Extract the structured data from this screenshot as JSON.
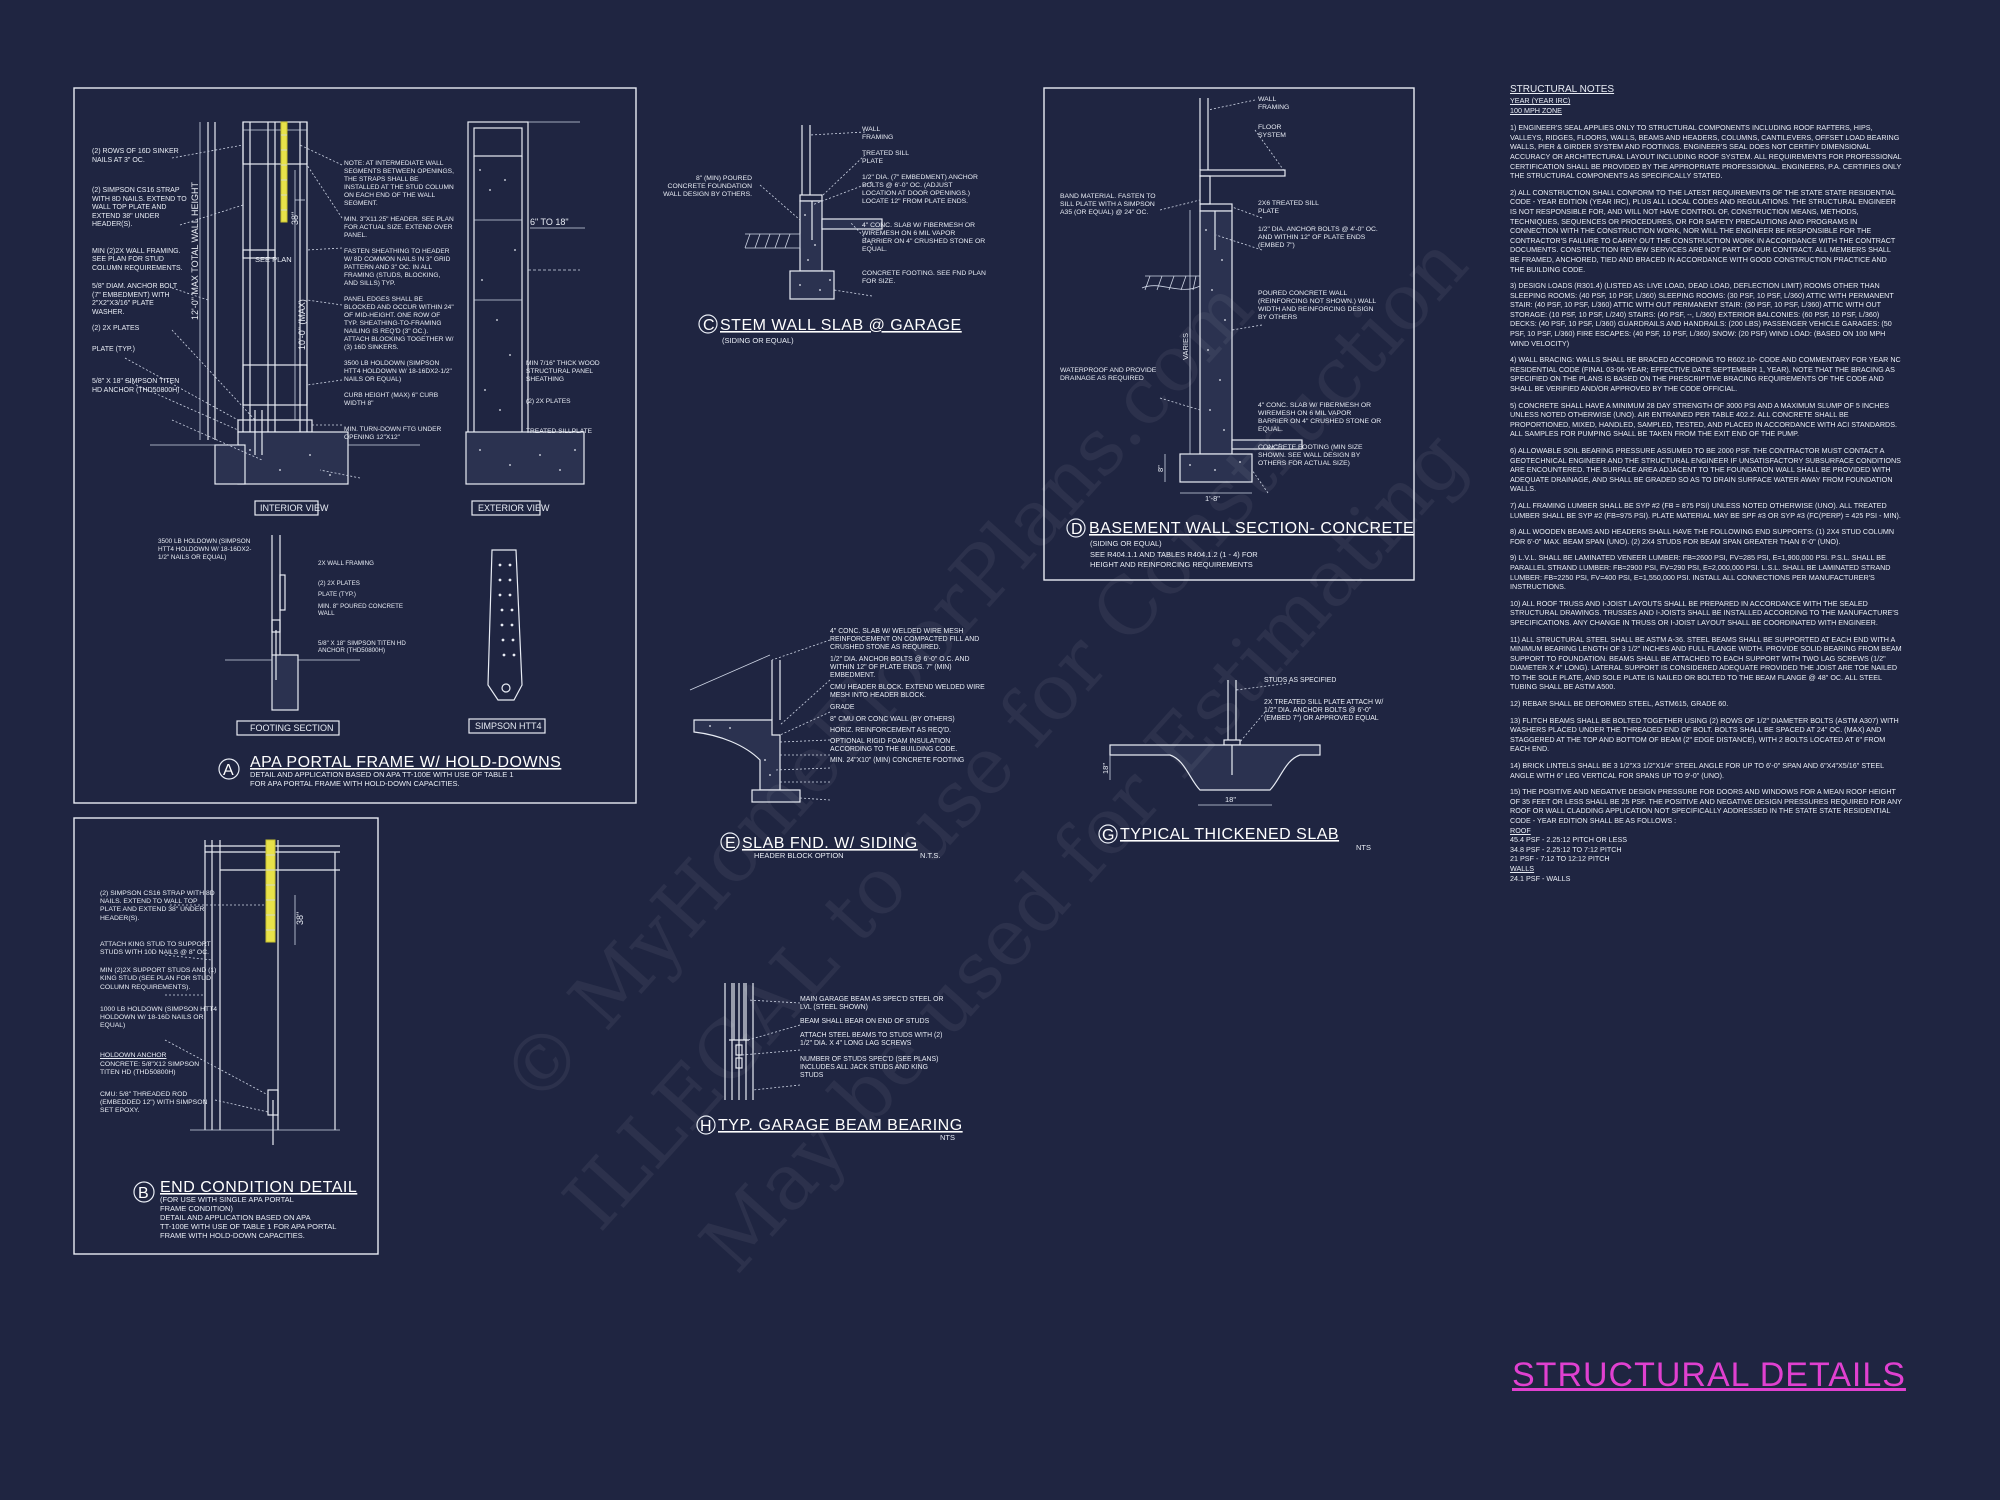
{
  "watermark": {
    "line1": "© MyHomeFloorPlans.com",
    "line2": "ILLEGAL to use for Construction",
    "line3": "May be used for Estimating"
  },
  "sheet_title": "STRUCTURAL DETAILS",
  "detail_a": {
    "letter": "A",
    "title": "APA PORTAL FRAME W/ HOLD-DOWNS",
    "desc1": "DETAIL AND APPLICATION BASED ON APA TT-100E WITH USE OF TABLE 1",
    "desc2": "FOR APA PORTAL FRAME WITH HOLD-DOWN CAPACITIES.",
    "interior_view": "INTERIOR VIEW",
    "exterior_view": "EXTERIOR VIEW",
    "footing_section": "FOOTING SECTION",
    "simpson": "SIMPSON HTT4",
    "see_plan": "SEE PLAN",
    "dim_total": "12'-0\" MAX TOTAL WALL HEIGHT",
    "dim_max": "10'-0\" (MAX)",
    "dim_6": "6\" TO 18\"",
    "dim_38": "38\"",
    "labels_left": [
      "(2) ROWS OF 16d SINKER NAILS AT 3\" OC.",
      "(2) SIMPSON CS16 STRAP WITH 8d NAILS. EXTEND TO WALL TOP PLATE AND EXTEND 38\" UNDER HEADER(S).",
      "MIN (2)2X WALL FRAMING. SEE PLAN FOR STUD COLUMN REQUIREMENTS.",
      "5/8\" DIAM. ANCHOR BOLT (7\" EMBEDMENT) WITH 2\"x2\"x3/16\" PLATE WASHER.",
      "(2) 2x PLATES",
      "PLATE (TYP.)",
      "5/8\" x 18\" SIMPSON TITEN HD ANCHOR (THD50800H)"
    ],
    "labels_mid": [
      "NOTE: AT INTERMEDIATE WALL SEGMENTS BETWEEN OPENINGS, THE STRAPS SHALL BE INSTALLED AT THE STUD COLUMN ON EACH END OF THE WALL SEGMENT.",
      "MIN. 3\"x11.25\" HEADER. SEE PLAN FOR ACTUAL SIZE. EXTEND OVER PANEL.",
      "FASTEN SHEATHING TO HEADER W/ 8d COMMON NAILS IN 3\" GRID PATTERN AND 3\" OC. IN ALL FRAMING (STUDS, BLOCKING, AND SILLS) TYP.",
      "PANEL EDGES SHALL BE BLOCKED AND OCCUR WITHIN 24\" OF MID-HEIGHT. ONE ROW OF TYP. SHEATHING-TO-FRAMING NAILING IS REQ'D (3\" OC.). ATTACH BLOCKING TOGETHER W/ (3) 16d SINKERS.",
      "3500 LB HOLDOWN (SIMPSON HTT4 HOLDOWN W/ 18-16dx2-1/2\" NAILS OR EQUAL)",
      "CURB HEIGHT (MAX) 6\" CURB WIDTH 8\"",
      "MIN. TURN-DOWN FTG UNDER OPENING 12\"x12\""
    ],
    "labels_right": [
      "MIN 7/16\" THICK WOOD STRUCTURAL PANEL SHEATHING",
      "(2) 2x PLATES",
      "TREATED SILLPLATE"
    ],
    "labels_footing": [
      "3500 LB HOLDOWN (SIMPSON HTT4 HOLDOWN W/ 18-16dx2-1/2\" NAILS OR EQUAL)",
      "2X WALL FRAMING",
      "(2) 2x PLATES",
      "PLATE (TYP.)",
      "MIN. 8\" POURED CONCRETE WALL",
      "5/8\" x 18\" SIMPSON TITEN HD ANCHOR (THD50800H)"
    ]
  },
  "detail_b": {
    "letter": "B",
    "title": "END CONDITION DETAIL",
    "desc": [
      "(FOR USE WITH SINGLE APA PORTAL",
      "FRAME CONDITION)",
      "DETAIL AND APPLICATION BASED ON APA",
      "TT-100E WITH USE OF TABLE 1 FOR APA PORTAL",
      "FRAME WITH HOLD-DOWN CAPACITIES."
    ],
    "dim_38": "38\"",
    "labels": [
      "(2) SIMPSON CS16 STRAP WITH 8d NAILS. EXTEND TO WALL TOP PLATE AND EXTEND 38\" UNDER HEADER(S).",
      "ATTACH KING STUD TO SUPPORT STUDS WITH 10d NAILS @ 8\" OC.",
      "MIN (2)2X SUPPORT STUDS AND (1) KING STUD (SEE PLAN FOR STUD COLUMN REQUIREMENTS).",
      "1000 LB HOLDOWN (SIMPSON HTT4 HOLDOWN W/ 18-16d NAILS OR EQUAL)",
      "HOLDOWN ANCHOR",
      "CONCRETE: 5/8\"x12 SIMPSON TITEN HD (THD50800H)",
      "CMU: 5/8\" THREADED ROD (EMBEDDED 12\") WITH SIMPSON SET EPOXY."
    ]
  },
  "detail_c": {
    "letter": "C",
    "title": "STEM WALL SLAB @ GARAGE",
    "subtitle": "(SIDING OR EQUAL)",
    "labels_left": [
      "8\" (MIN) POURED CONCRETE FOUNDATION WALL DESIGN BY OTHERS."
    ],
    "labels_right": [
      "WALL FRAMING",
      "TREATED SILL PLATE",
      "1/2\" DIA. (7\" EMBEDMENT) ANCHOR BOLTS @ 6'-0\" OC. (ADJUST LOCATION AT DOOR OPENINGS.) LOCATE 12\" FROM PLATE ENDS.",
      "4\" CONC. SLAB w/ FIBERMESH OR WIREMESH ON 6 MIL VAPOR BARRIER ON 4\" CRUSHED STONE OR EQUAL.",
      "CONCRETE FOOTING. SEE FND PLAN FOR SIZE."
    ]
  },
  "detail_d": {
    "letter": "D",
    "title": "BASEMENT WALL SECTION- CONCRETE",
    "subtitle": "(SIDING OR EQUAL)",
    "note1": "SEE R404.1.1 AND TABLES R404.1.2 (1 - 4) FOR",
    "note2": "HEIGHT AND REINFORCING REQUIREMENTS",
    "dim_varies": "VARIES",
    "dim_8": "8\"",
    "dim_1": "1'-8\"",
    "labels_left": [
      "BAND MATERIAL. FASTEN TO SILL PLATE WITH A SIMPSON A35 (OR EQUAL) @ 24\" OC.",
      "WATERPROOF AND PROVIDE DRAINAGE AS REQUIRED"
    ],
    "labels_right": [
      "WALL FRAMING",
      "FLOOR SYSTEM",
      "2x6 TREATED SILL PLATE",
      "1/2\" DIA. ANCHOR BOLTS @ 4'-0\" OC. AND WITHIN 12\" OF PLATE ENDS (EMBED 7\")",
      "POURED CONCRETE WALL (REINFORCING NOT SHOWN.) WALL WIDTH AND REINFORCING DESIGN BY OTHERS",
      "4\" CONC. SLAB w/ FIBERMESH OR WIREMESH ON 6 MIL VAPOR BARRIER ON 4\" CRUSHED STONE OR EQUAL.",
      "CONCRETE FOOTING (MIN SIZE SHOWN. SEE WALL DESIGN BY OTHERS FOR ACTUAL SIZE)"
    ]
  },
  "detail_e": {
    "letter": "E",
    "title": "SLAB FND. W/ SIDING",
    "subtitle": "HEADER BLOCK OPTION",
    "nts": "N.T.S.",
    "labels": [
      "4\" CONC. SLAB W/ WELDED WIRE MESH REINFORCEMENT ON COMPACTED FILL AND CRUSHED STONE AS REQUIRED.",
      "1/2\" DIA. ANCHOR BOLTS @ 6'-0\" O.C. AND WITHIN 12\" OF PLATE ENDS. 7\" (MIN) EMBEDMENT.",
      "CMU HEADER BLOCK. EXTEND WELDED WIRE MESH INTO HEADER BLOCK.",
      "GRADE",
      "8\" CMU OR CONC WALL (BY OTHERS)",
      "HORIZ. REINFORCEMENT AS REQ'D.",
      "OPTIONAL RIGID FOAM INSULATION ACCORDING TO THE BUILDING CODE.",
      "MIN. 24\"X10\" (MIN) CONCRETE FOOTING"
    ]
  },
  "detail_g": {
    "letter": "G",
    "title": "TYPICAL THICKENED SLAB",
    "nts": "NTS",
    "dim_18a": "18\"",
    "dim_18b": "18\"",
    "labels": [
      "STUDS AS SPECIFIED",
      "2x TREATED SILL PLATE ATTACH w/ 1/2\" dia. ANCHOR BOLTS @ 6'-0\" (EMBED 7\") OR APPROVED EQUAL"
    ]
  },
  "detail_h": {
    "letter": "H",
    "title": "TYP. GARAGE BEAM BEARING",
    "nts": "NTS",
    "labels": [
      "MAIN GARAGE BEAM AS SPEC'D STEEL OR LVL (STEEL SHOWN)",
      "BEAM SHALL BEAR ON END OF STUDS",
      "ATTACH STEEL BEAMS TO STUDS WITH (2) 1/2\" DIA. x 4\" LONG LAG SCREWS",
      "NUMBER OF STUDS SPEC'D (SEE PLANS) INCLUDES ALL JACK STUDS AND KING STUDS"
    ]
  },
  "structural_notes": {
    "heading": "STRUCTURAL NOTES",
    "sub1": "YEAR (YEAR IRC)",
    "sub2": "100 mph ZONE",
    "paragraphs": [
      "1) ENGINEER'S SEAL APPLIES ONLY TO STRUCTURAL COMPONENTS INCLUDING ROOF RAFTERS, HIPS, VALLEYS, RIDGES, FLOORS, WALLS, BEAMS AND HEADERS, COLUMNS, CANTILEVERS, OFFSET LOAD BEARING WALLS, PIER & GIRDER SYSTEM AND FOOTINGS. ENGINEER'S SEAL DOES NOT CERTIFY DIMENSIONAL ACCURACY OR ARCHITECTURAL LAYOUT INCLUDING ROOF SYSTEM. ALL REQUIREMENTS FOR PROFESSIONAL CERTIFICATION SHALL BE PROVIDED BY THE APPROPRIATE PROFESSIONAL. ENGINEERS, P.A. CERTIFIES ONLY THE STRUCTURAL COMPONENTS AS SPECIFICALLY STATED.",
      "2) ALL CONSTRUCTION SHALL CONFORM TO THE LATEST REQUIREMENTS OF THE STATE STATE RESIDENTIAL CODE - YEAR EDITION (YEAR IRC), PLUS ALL LOCAL CODES AND REGULATIONS. THE STRUCTURAL ENGINEER IS NOT RESPONSIBLE FOR, AND WILL NOT HAVE CONTROL OF, CONSTRUCTION MEANS, METHODS, TECHNIQUES, SEQUENCES OR PROCEDURES, OR FOR SAFETY PRECAUTIONS AND PROGRAMS IN CONNECTION WITH THE CONSTRUCTION WORK, NOR WILL THE ENGINEER BE RESPONSIBLE FOR THE CONTRACTOR'S FAILURE TO CARRY OUT THE CONSTRUCTION WORK IN ACCORDANCE WITH THE CONTRACT DOCUMENTS. CONSTRUCTION REVIEW SERVICES ARE NOT PART OF OUR CONTRACT. ALL MEMBERS SHALL BE FRAMED, ANCHORED, TIED AND BRACED IN ACCORDANCE WITH GOOD CONSTRUCTION PRACTICE AND THE BUILDING CODE.",
      "3) DESIGN LOADS (R301.4) (LISTED AS: LIVE LOAD, DEAD LOAD, DEFLECTION LIMIT) ROOMS OTHER THAN SLEEPING ROOMS: (40 PSF, 10 PSF, L/360) SLEEPING ROOMS: (30 PSF, 10 PSF, L/360) ATTIC WITH PERMANENT STAIR: (40 PSF, 10 PSF, L/360) ATTIC WITH OUT PERMANENT STAIR: (30 PSF, 10 PSF, L/360) ATTIC WITH OUT STORAGE: (10 PSF, 10 PSF, L/240) STAIRS: (40 PSF, --, L/360) EXTERIOR BALCONIES: (60 PSF, 10 PSF, L/360) DECKS: (40 PSF, 10 PSF, L/360) GUARDRAILS AND HANDRAILS: (200 LBS) PASSENGER VEHICLE GARAGES: (50 PSF, 10 PSF, L/360) FIRE ESCAPES: (40 PSF, 10 PSF, L/360) SNOW: (20 PSF) WIND LOAD: (BASED ON 100 MPH WIND VELOCITY)",
      "4) WALL BRACING: WALLS SHALL BE BRACED ACCORDING TO R602.10- CODE AND COMMENTARY FOR YEAR NC RESIDENTIAL CODE (FINAL 03-06-YEAR; EFFECTIVE DATE SEPTEMBER 1, YEAR). NOTE THAT THE BRACING AS SPECIFIED ON THE PLANS IS BASED ON THE PRESCRIPTIVE BRACING REQUIREMENTS OF THE CODE AND SHALL BE VERIFIED AND/OR APPROVED BY THE CODE OFFICIAL.",
      "5) CONCRETE SHALL HAVE A MINIMUM 28 DAY STRENGTH OF 3000 PSI AND A MAXIMUM SLUMP OF 5 INCHES UNLESS NOTED OTHERWISE (UNO). AIR ENTRAINED PER TABLE 402.2. ALL CONCRETE SHALL BE PROPORTIONED, MIXED, HANDLED, SAMPLED, TESTED, AND PLACED IN ACCORDANCE WITH ACI STANDARDS. ALL SAMPLES FOR PUMPING SHALL BE TAKEN FROM THE EXIT END OF THE PUMP.",
      "6) ALLOWABLE SOIL BEARING PRESSURE ASSUMED TO BE 2000 PSF. THE CONTRACTOR MUST CONTACT A GEOTECHNICAL ENGINEER AND THE STRUCTURAL ENGINEER IF UNSATISFACTORY SUBSURFACE CONDITIONS ARE ENCOUNTERED. THE SURFACE AREA ADJACENT TO THE FOUNDATION WALL SHALL BE PROVIDED WITH ADEQUATE DRAINAGE, AND SHALL BE GRADED SO AS TO DRAIN SURFACE WATER AWAY FROM FOUNDATION WALLS.",
      "7) ALL FRAMING LUMBER SHALL BE SYP #2 (Fb = 875 PSI) UNLESS NOTED OTHERWISE (UNO). ALL TREATED LUMBER SHALL BE SYP #2 (Fb=975 PSI). PLATE MATERIAL MAY BE SPF #3 OR SYP #3 (Fc(perp) = 425 PSI - MIN).",
      "8) ALL WOODEN BEAMS AND HEADERS SHALL HAVE THE FOLLOWING END SUPPORTS: (1) 2x4 STUD COLUMN FOR 6'-0\" MAX. BEAM SPAN (UNO). (2) 2X4 STUDS FOR BEAM SPAN GREATER THAN 6'-0\" (UNO).",
      "9) L.V.L. SHALL BE LAMINATED VENEER LUMBER: Fb=2600 PSI, Fv=285 PSI, E=1,900,000 PSI. P.S.L. SHALL BE PARALLEL STRAND LUMBER: Fb=2900 PSI, Fv=290 PSI, E=2,000,000 PSI. L.S.L. SHALL BE LAMINATED STRAND LUMBER: Fb=2250 PSI, Fv=400 PSI, E=1,550,000 PSI. INSTALL ALL CONNECTIONS PER MANUFACTURER'S INSTRUCTIONS.",
      "10) ALL ROOF TRUSS AND I-JOIST LAYOUTS SHALL BE PREPARED IN ACCORDANCE WITH THE SEALED STRUCTURAL DRAWINGS. TRUSSES AND I-JOISTS SHALL BE INSTALLED ACCORDING TO THE MANUFACTURE'S SPECIFICATIONS. ANY CHANGE IN TRUSS OR I-JOIST LAYOUT SHALL BE COORDINATED WITH ENGINEER.",
      "11) ALL STRUCTURAL STEEL SHALL BE ASTM A-36. STEEL BEAMS SHALL BE SUPPORTED AT EACH END WITH A MINIMUM BEARING LENGTH OF 3 1/2\" INCHES AND FULL FLANGE WIDTH. PROVIDE SOLID BEARING FROM BEAM SUPPORT TO FOUNDATION. BEAMS SHALL BE ATTACHED TO EACH SUPPORT WITH TWO LAG SCREWS (1/2\" DIAMETER x 4\" LONG). LATERAL SUPPORT IS CONSIDERED ADEQUATE PROVIDED THE JOIST ARE TOE NAILED TO THE SOLE PLATE, AND SOLE PLATE IS NAILED OR BOLTED TO THE BEAM FLANGE @ 48\" OC. ALL STEEL TUBING SHALL BE ASTM A500.",
      "12) REBAR SHALL BE DEFORMED STEEL, ASTM615, GRADE 60.",
      "13) FLITCH BEAMS SHALL BE BOLTED TOGETHER USING (2) ROWS OF 1/2\" DIAMETER BOLTS (ASTM A307) WITH WASHERS PLACED UNDER THE THREADED END OF BOLT. BOLTS SHALL BE SPACED AT 24\" OC. (MAX) AND STAGGERED AT THE TOP AND BOTTOM OF BEAM (2\" EDGE DISTANCE), WITH 2 BOLTS LOCATED AT 6\" FROM EACH END.",
      "14) BRICK LINTELS SHALL BE 3 1/2\"x3 1/2\"x1/4\" STEEL ANGLE FOR UP TO 6'-0\" SPAN AND 6\"x4\"x5/16\" STEEL ANGLE WITH 6\" LEG VERTICAL FOR SPANS UP TO 9'-0\" (UNO)."
    ],
    "p15": "15) THE POSITIVE AND NEGATIVE DESIGN PRESSURE FOR DOORS AND WINDOWS FOR A MEAN ROOF HEIGHT OF 35 FEET OR LESS SHALL BE 25 PSF. THE POSITIVE AND NEGATIVE DESIGN PRESSURES REQUIRED FOR ANY ROOF OR WALL CLADDING APPLICATION NOT SPECIFICALLY ADDRESSED IN THE STATE STATE RESIDENTIAL CODE - YEAR EDITION SHALL BE AS FOLLOWS :",
    "roof_label": "ROOF",
    "roof_lines": [
      "45.4 PSF - 2.25:12 PITCH OR LESS",
      "34.8 PSF - 2.25:12 TO 7:12 PITCH",
      "21 PSF - 7:12 TO 12:12 PITCH"
    ],
    "walls_label": "WALLS",
    "walls_lines": [
      "24.1 PSF - WALLS"
    ]
  }
}
